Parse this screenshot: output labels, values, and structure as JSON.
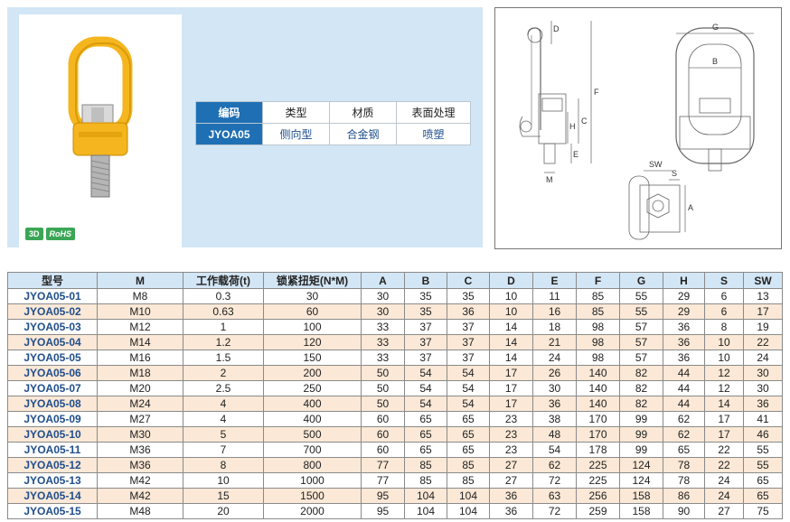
{
  "badges": {
    "three_d": "3D",
    "rohs": "RoHS"
  },
  "spec": {
    "headers": [
      "编码",
      "类型",
      "材质",
      "表面处理"
    ],
    "values": [
      "JYOA05",
      "侧向型",
      "合金钢",
      "喷塑"
    ]
  },
  "drawing_labels": {
    "G": "G",
    "B": "B",
    "D": "D",
    "F": "F",
    "C": "C",
    "H": "H",
    "E": "E",
    "M": "M",
    "SW": "SW",
    "S": "S",
    "A": "A"
  },
  "colors": {
    "accent": "#1f6fb4",
    "panel": "#d3e6f5",
    "row_alt": "#fbe8d6",
    "ring": "#f5b51e"
  },
  "table": {
    "headers": [
      "型号",
      "M",
      "工作载荷(t)",
      "锁紧扭矩(N*M)",
      "A",
      "B",
      "C",
      "D",
      "E",
      "F",
      "G",
      "H",
      "S",
      "SW"
    ],
    "rows": [
      [
        "JYOA05-01",
        "M8",
        "0.3",
        "30",
        "30",
        "35",
        "35",
        "10",
        "11",
        "85",
        "55",
        "29",
        "6",
        "13"
      ],
      [
        "JYOA05-02",
        "M10",
        "0.63",
        "60",
        "30",
        "35",
        "36",
        "10",
        "16",
        "85",
        "55",
        "29",
        "6",
        "17"
      ],
      [
        "JYOA05-03",
        "M12",
        "1",
        "100",
        "33",
        "37",
        "37",
        "14",
        "18",
        "98",
        "57",
        "36",
        "8",
        "19"
      ],
      [
        "JYOA05-04",
        "M14",
        "1.2",
        "120",
        "33",
        "37",
        "37",
        "14",
        "21",
        "98",
        "57",
        "36",
        "10",
        "22"
      ],
      [
        "JYOA05-05",
        "M16",
        "1.5",
        "150",
        "33",
        "37",
        "37",
        "14",
        "24",
        "98",
        "57",
        "36",
        "10",
        "24"
      ],
      [
        "JYOA05-06",
        "M18",
        "2",
        "200",
        "50",
        "54",
        "54",
        "17",
        "26",
        "140",
        "82",
        "44",
        "12",
        "30"
      ],
      [
        "JYOA05-07",
        "M20",
        "2.5",
        "250",
        "50",
        "54",
        "54",
        "17",
        "30",
        "140",
        "82",
        "44",
        "12",
        "30"
      ],
      [
        "JYOA05-08",
        "M24",
        "4",
        "400",
        "50",
        "54",
        "54",
        "17",
        "36",
        "140",
        "82",
        "44",
        "14",
        "36"
      ],
      [
        "JYOA05-09",
        "M27",
        "4",
        "400",
        "60",
        "65",
        "65",
        "23",
        "38",
        "170",
        "99",
        "62",
        "17",
        "41"
      ],
      [
        "JYOA05-10",
        "M30",
        "5",
        "500",
        "60",
        "65",
        "65",
        "23",
        "48",
        "170",
        "99",
        "62",
        "17",
        "46"
      ],
      [
        "JYOA05-11",
        "M36",
        "7",
        "700",
        "60",
        "65",
        "65",
        "23",
        "54",
        "178",
        "99",
        "65",
        "22",
        "55"
      ],
      [
        "JYOA05-12",
        "M36",
        "8",
        "800",
        "77",
        "85",
        "85",
        "27",
        "62",
        "225",
        "124",
        "78",
        "22",
        "55"
      ],
      [
        "JYOA05-13",
        "M42",
        "10",
        "1000",
        "77",
        "85",
        "85",
        "27",
        "72",
        "225",
        "124",
        "78",
        "24",
        "65"
      ],
      [
        "JYOA05-14",
        "M42",
        "15",
        "1500",
        "95",
        "104",
        "104",
        "36",
        "63",
        "256",
        "158",
        "86",
        "24",
        "65"
      ],
      [
        "JYOA05-15",
        "M48",
        "20",
        "2000",
        "95",
        "104",
        "104",
        "36",
        "72",
        "259",
        "158",
        "90",
        "27",
        "75"
      ]
    ]
  }
}
